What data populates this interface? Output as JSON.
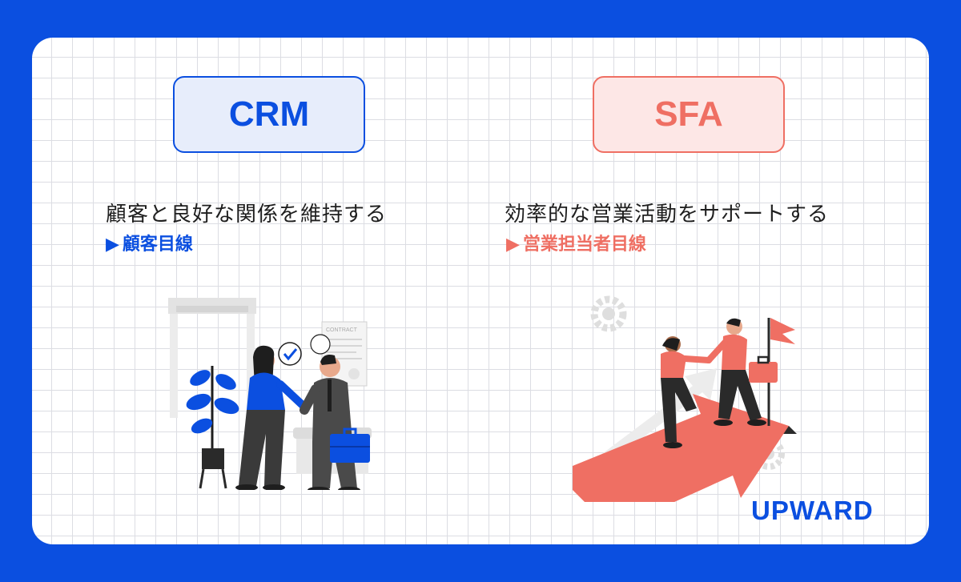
{
  "left": {
    "badge": "CRM",
    "headline": "顧客と良好な関係を維持する",
    "sub_marker": "▶",
    "sub": "顧客目線",
    "illustration": "handshake-business-illustration"
  },
  "right": {
    "badge": "SFA",
    "headline": "効率的な営業活動をサポートする",
    "sub_marker": "▶",
    "sub": "営業担当者目線",
    "illustration": "climbing-arrow-teamwork-illustration"
  },
  "brand": {
    "logo": "UPWARD"
  },
  "colors": {
    "frame": "#0b4fe0",
    "crm_accent": "#0b4fe0",
    "sfa_accent": "#ef6f63",
    "card_bg": "#ffffff",
    "grid": "#dcdde3"
  },
  "labels": {
    "contract_doc": "CONTRACT"
  }
}
